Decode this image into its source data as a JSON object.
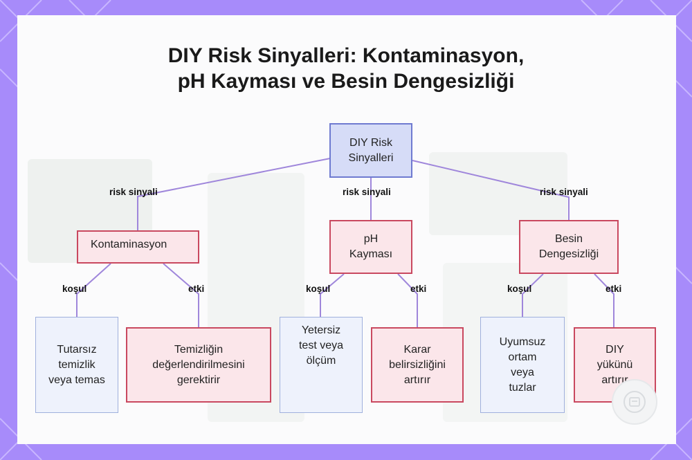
{
  "title": {
    "line1": "DIY Risk Sinyalleri: Kontaminasyon,",
    "line2": "pH Kayması ve Besin Dengesizliği"
  },
  "nodes": {
    "root": "DIY Risk Sinyalleri",
    "contamination": "Kontaminasyon",
    "ph": "pH Kayması",
    "nutrient": "Besin Dengesizliği",
    "cond1": "Tutarsız temizlik veya temas",
    "eff1": "Temizliğin değerlendirilmesini gerektirir",
    "cond2": "Yetersiz test veya ölçüm",
    "eff2": "Karar belirsizliğini artırır",
    "cond3": "Uyumsuz ortam veya tuzlar",
    "eff3": "DIY yükünü artırır"
  },
  "edge_labels": {
    "risk1": "risk sinyali",
    "risk2": "risk sinyali",
    "risk3": "risk sinyali",
    "kosul1": "koşul",
    "etki1": "etki",
    "kosul2": "koşul",
    "etki2": "etki",
    "kosul3": "koşul",
    "etki3": "etki"
  },
  "colors": {
    "frame": "#a78bfa",
    "edge": "#9f86db",
    "root_fill": "#d6dcf7",
    "root_border": "#6e7ad0",
    "risk_fill": "#fbe6ea",
    "risk_border": "#c9485f",
    "condition_fill": "#eef2fc",
    "condition_border": "#9fb0dd"
  },
  "badge_icon": "logo-icon"
}
